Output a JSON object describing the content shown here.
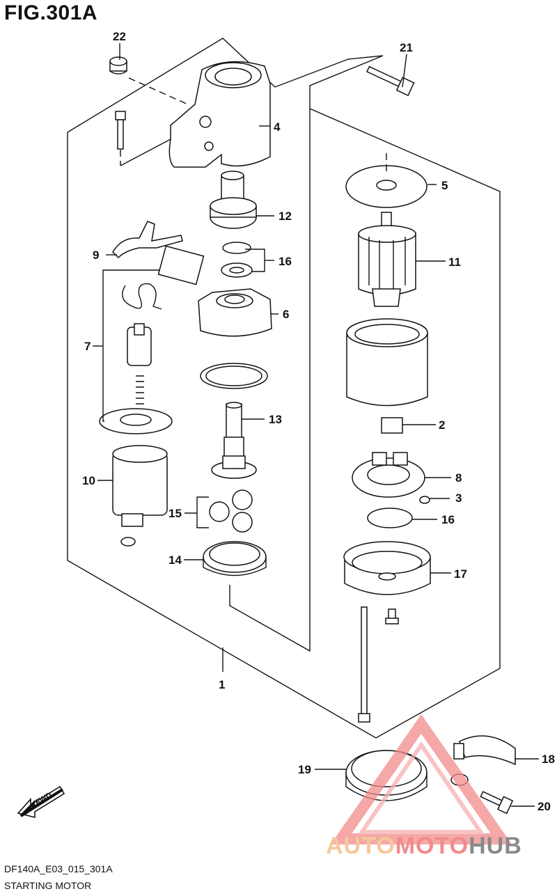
{
  "figure": {
    "title": "FIG.301A",
    "code": "DF140A_E03_015_301A",
    "name": "STARTING MOTOR"
  },
  "fwd_label": "FWD",
  "watermark": {
    "part1": "AUTO",
    "part2": "MOTO",
    "part3": "HUB"
  },
  "callouts": [
    "22",
    "21",
    "4",
    "5",
    "12",
    "9",
    "16",
    "11",
    "6",
    "7",
    "13",
    "10",
    "15",
    "14",
    "2",
    "8",
    "3",
    "16",
    "17",
    "1",
    "19",
    "18",
    "20"
  ],
  "icons": [
    "arrow-left-icon"
  ]
}
